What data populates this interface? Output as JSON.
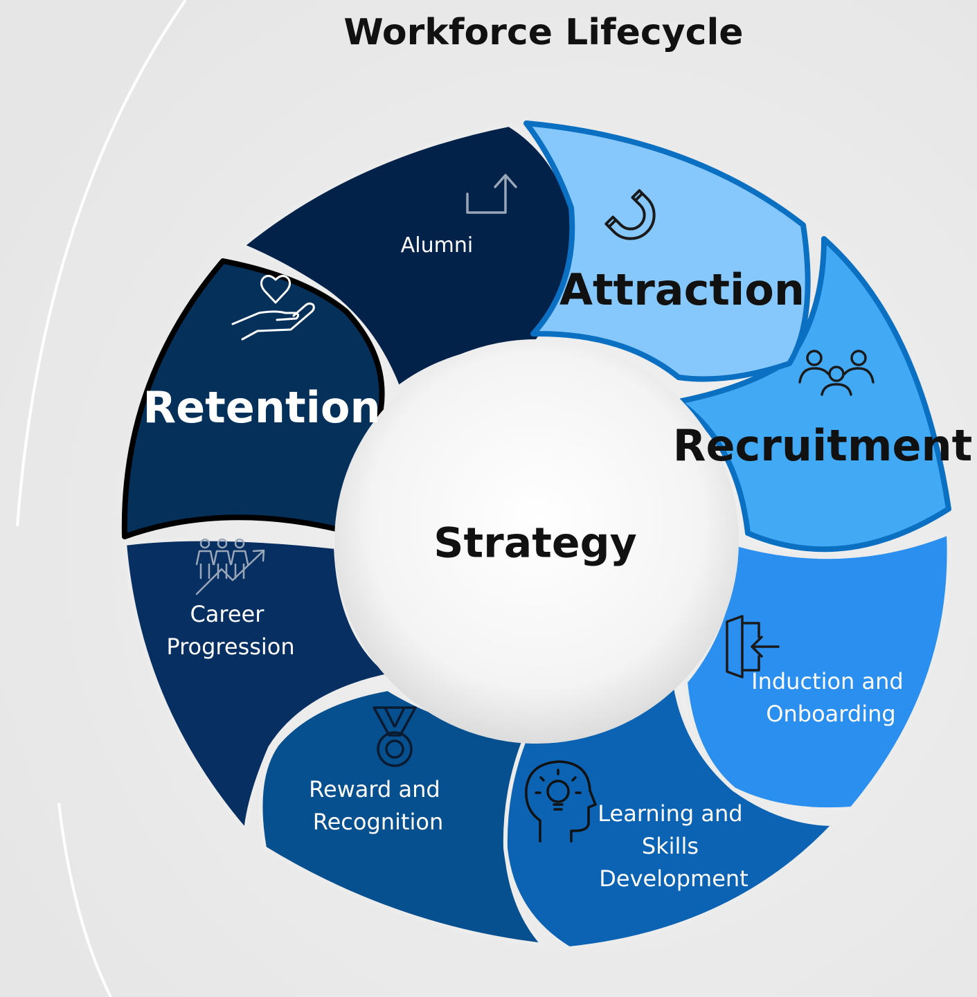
{
  "title": "Workforce Lifecycle",
  "center": "Strategy",
  "segments": {
    "attraction": "Attraction",
    "recruitment": "Recruitment",
    "induction": [
      "Induction and",
      "Onboarding"
    ],
    "learning": [
      "Learning and",
      "Skills",
      "Development"
    ],
    "reward": [
      "Reward and",
      "Recognition"
    ],
    "career": [
      "Career",
      "Progression"
    ],
    "retention": "Retention",
    "alumni": "Alumni"
  },
  "icons": {
    "attraction": "magnet-icon",
    "recruitment": "people-group-icon",
    "induction": "door-enter-icon",
    "learning": "head-lightbulb-icon",
    "reward": "medal-icon",
    "career": "people-growth-icon",
    "retention": "hand-heart-icon",
    "alumni": "exit-arrow-icon"
  },
  "colors": {
    "background": "#ececec",
    "attraction": "#86c8fb",
    "recruitment": "#42a9f5",
    "induction": "#2b8ff0",
    "learning": "#0c63b3",
    "reward": "#07508f",
    "career": "#072f62",
    "retention": "#05305a",
    "alumni": "#03224a",
    "outline_blue": "#0b6fc2"
  }
}
